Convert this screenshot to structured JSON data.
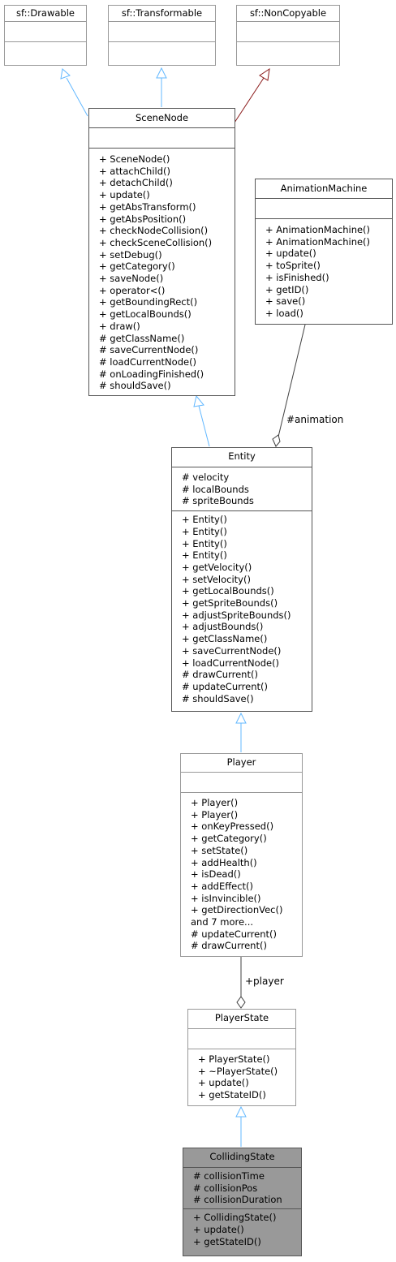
{
  "colors": {
    "generalization_arrow": "#63b8ff",
    "protected_inheritance_arrow": "#8b1a1a",
    "composition_link": "#404040",
    "focus_class_fill": "#999999",
    "box_border_light": "#999999",
    "box_border_dark": "#555555"
  },
  "classes": {
    "sf_drawable": {
      "name": "sf::Drawable",
      "attributes": [],
      "operations": []
    },
    "sf_transformable": {
      "name": "sf::Transformable",
      "attributes": [],
      "operations": []
    },
    "sf_noncopyable": {
      "name": "sf::NonCopyable",
      "attributes": [],
      "operations": []
    },
    "scene_node": {
      "name": "SceneNode",
      "attributes": [],
      "operations": [
        "+ SceneNode()",
        "+ attachChild()",
        "+ detachChild()",
        "+ update()",
        "+ getAbsTransform()",
        "+ getAbsPosition()",
        "+ checkNodeCollision()",
        "+ checkSceneCollision()",
        "+ setDebug()",
        "+ getCategory()",
        "+ saveNode()",
        "+ operator<()",
        "+ getBoundingRect()",
        "+ getLocalBounds()",
        "+ draw()",
        "# getClassName()",
        "# saveCurrentNode()",
        "# loadCurrentNode()",
        "# onLoadingFinished()",
        "# shouldSave()"
      ]
    },
    "animation_machine": {
      "name": "AnimationMachine",
      "attributes": [],
      "operations": [
        "+ AnimationMachine()",
        "+ AnimationMachine()",
        "+ update()",
        "+ toSprite()",
        "+ isFinished()",
        "+ getID()",
        "+ save()",
        "+ load()"
      ]
    },
    "entity": {
      "name": "Entity",
      "attributes": [
        "# velocity",
        "# localBounds",
        "# spriteBounds"
      ],
      "operations": [
        "+ Entity()",
        "+ Entity()",
        "+ Entity()",
        "+ Entity()",
        "+ getVelocity()",
        "+ setVelocity()",
        "+ getLocalBounds()",
        "+ getSpriteBounds()",
        "+ adjustSpriteBounds()",
        "+ adjustBounds()",
        "+ getClassName()",
        "+ saveCurrentNode()",
        "+ loadCurrentNode()",
        "# drawCurrent()",
        "# updateCurrent()",
        "# shouldSave()"
      ]
    },
    "player": {
      "name": "Player",
      "attributes": [],
      "operations": [
        "+ Player()",
        "+ Player()",
        "+ onKeyPressed()",
        "+ getCategory()",
        "+ setState()",
        "+ addHealth()",
        "+ isDead()",
        "+ addEffect()",
        "+ isInvincible()",
        "+ getDirectionVec()",
        "and 7 more...",
        "# updateCurrent()",
        "# drawCurrent()"
      ]
    },
    "player_state": {
      "name": "PlayerState",
      "attributes": [],
      "operations": [
        "+ PlayerState()",
        "+ ~PlayerState()",
        "+ update()",
        "+ getStateID()"
      ]
    },
    "colliding_state": {
      "name": "CollidingState",
      "attributes": [
        "# collisionTime",
        "# collisionPos",
        "# collisionDuration"
      ],
      "operations": [
        "+ CollidingState()",
        "+ update()",
        "+ getStateID()"
      ]
    }
  },
  "relations": {
    "animation_label": "#animation",
    "player_label": "+player"
  }
}
